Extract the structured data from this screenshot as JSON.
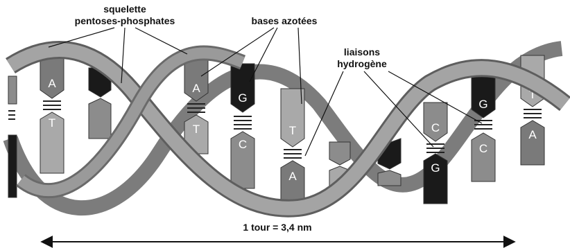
{
  "labels": {
    "backbone_line1": "squelette",
    "backbone_line2": "pentoses-phosphates",
    "bases": "bases azotées",
    "hbond_line1": "liaisons",
    "hbond_line2": "hydrogène",
    "turn": "1 tour = 3,4 nm"
  },
  "base_pairs": [
    {
      "top": "A",
      "bottom": "T"
    },
    {
      "top": "A",
      "bottom": "T"
    },
    {
      "top": "G",
      "bottom": "C"
    },
    {
      "top": "T",
      "bottom": "A"
    },
    {
      "top": "C",
      "bottom": "G"
    },
    {
      "top": "G",
      "bottom": "C"
    },
    {
      "top": "T",
      "bottom": "A"
    }
  ],
  "colors": {
    "backbone_light": "#9a9a9a",
    "backbone_dark": "#6a6a6a",
    "base_A": "#7a7a7a",
    "base_T": "#a9a9a9",
    "base_G": "#1a1a1a",
    "base_C": "#8c8c8c"
  }
}
